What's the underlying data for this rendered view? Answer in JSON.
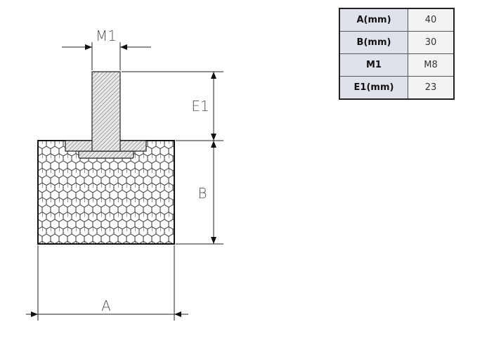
{
  "labels": {
    "m1": "M1",
    "e1": "E1",
    "b": "B",
    "a": "A"
  },
  "spec_table": [
    {
      "param": "A(mm)",
      "value": "40"
    },
    {
      "param": "B(mm)",
      "value": "30"
    },
    {
      "param": "M1",
      "value": "M8"
    },
    {
      "param": "E1(mm)",
      "value": "23"
    }
  ]
}
